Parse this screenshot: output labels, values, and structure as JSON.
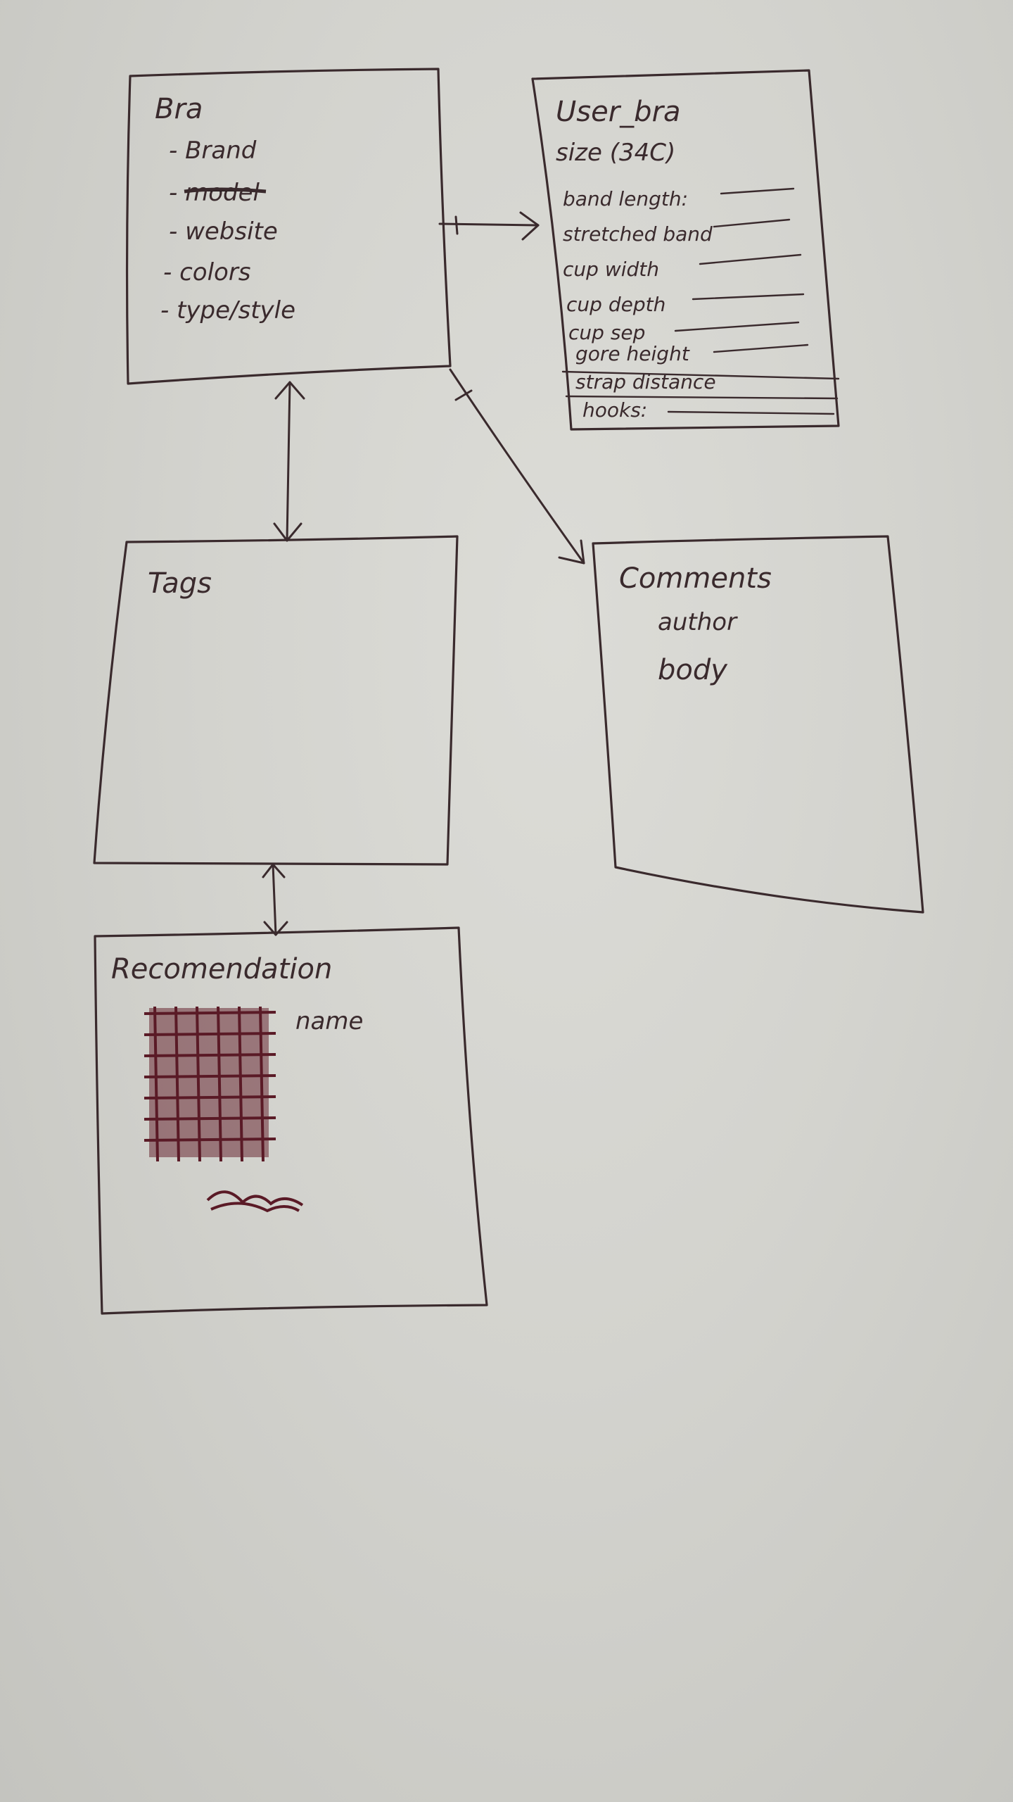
{
  "bra": {
    "title": "Bra",
    "items": [
      "- Brand",
      "- model",
      "- website",
      "- colors",
      "- type/style"
    ]
  },
  "user_bra": {
    "title": "User_bra",
    "size": "size (34C)",
    "fields": [
      "band length:",
      "stretched band",
      "cup width",
      "cup depth",
      "cup sep",
      "gore height",
      "strap distance",
      "hooks:"
    ]
  },
  "tags": {
    "title": "Tags"
  },
  "comments": {
    "title": "Comments",
    "fields": [
      "author",
      "body"
    ]
  },
  "recommendation": {
    "title": "Recomendation",
    "fields": [
      "name"
    ]
  },
  "colors": {
    "ink": "#3a2a2d",
    "scribble": "#5a1a26",
    "paper": "#d6d6d1"
  }
}
